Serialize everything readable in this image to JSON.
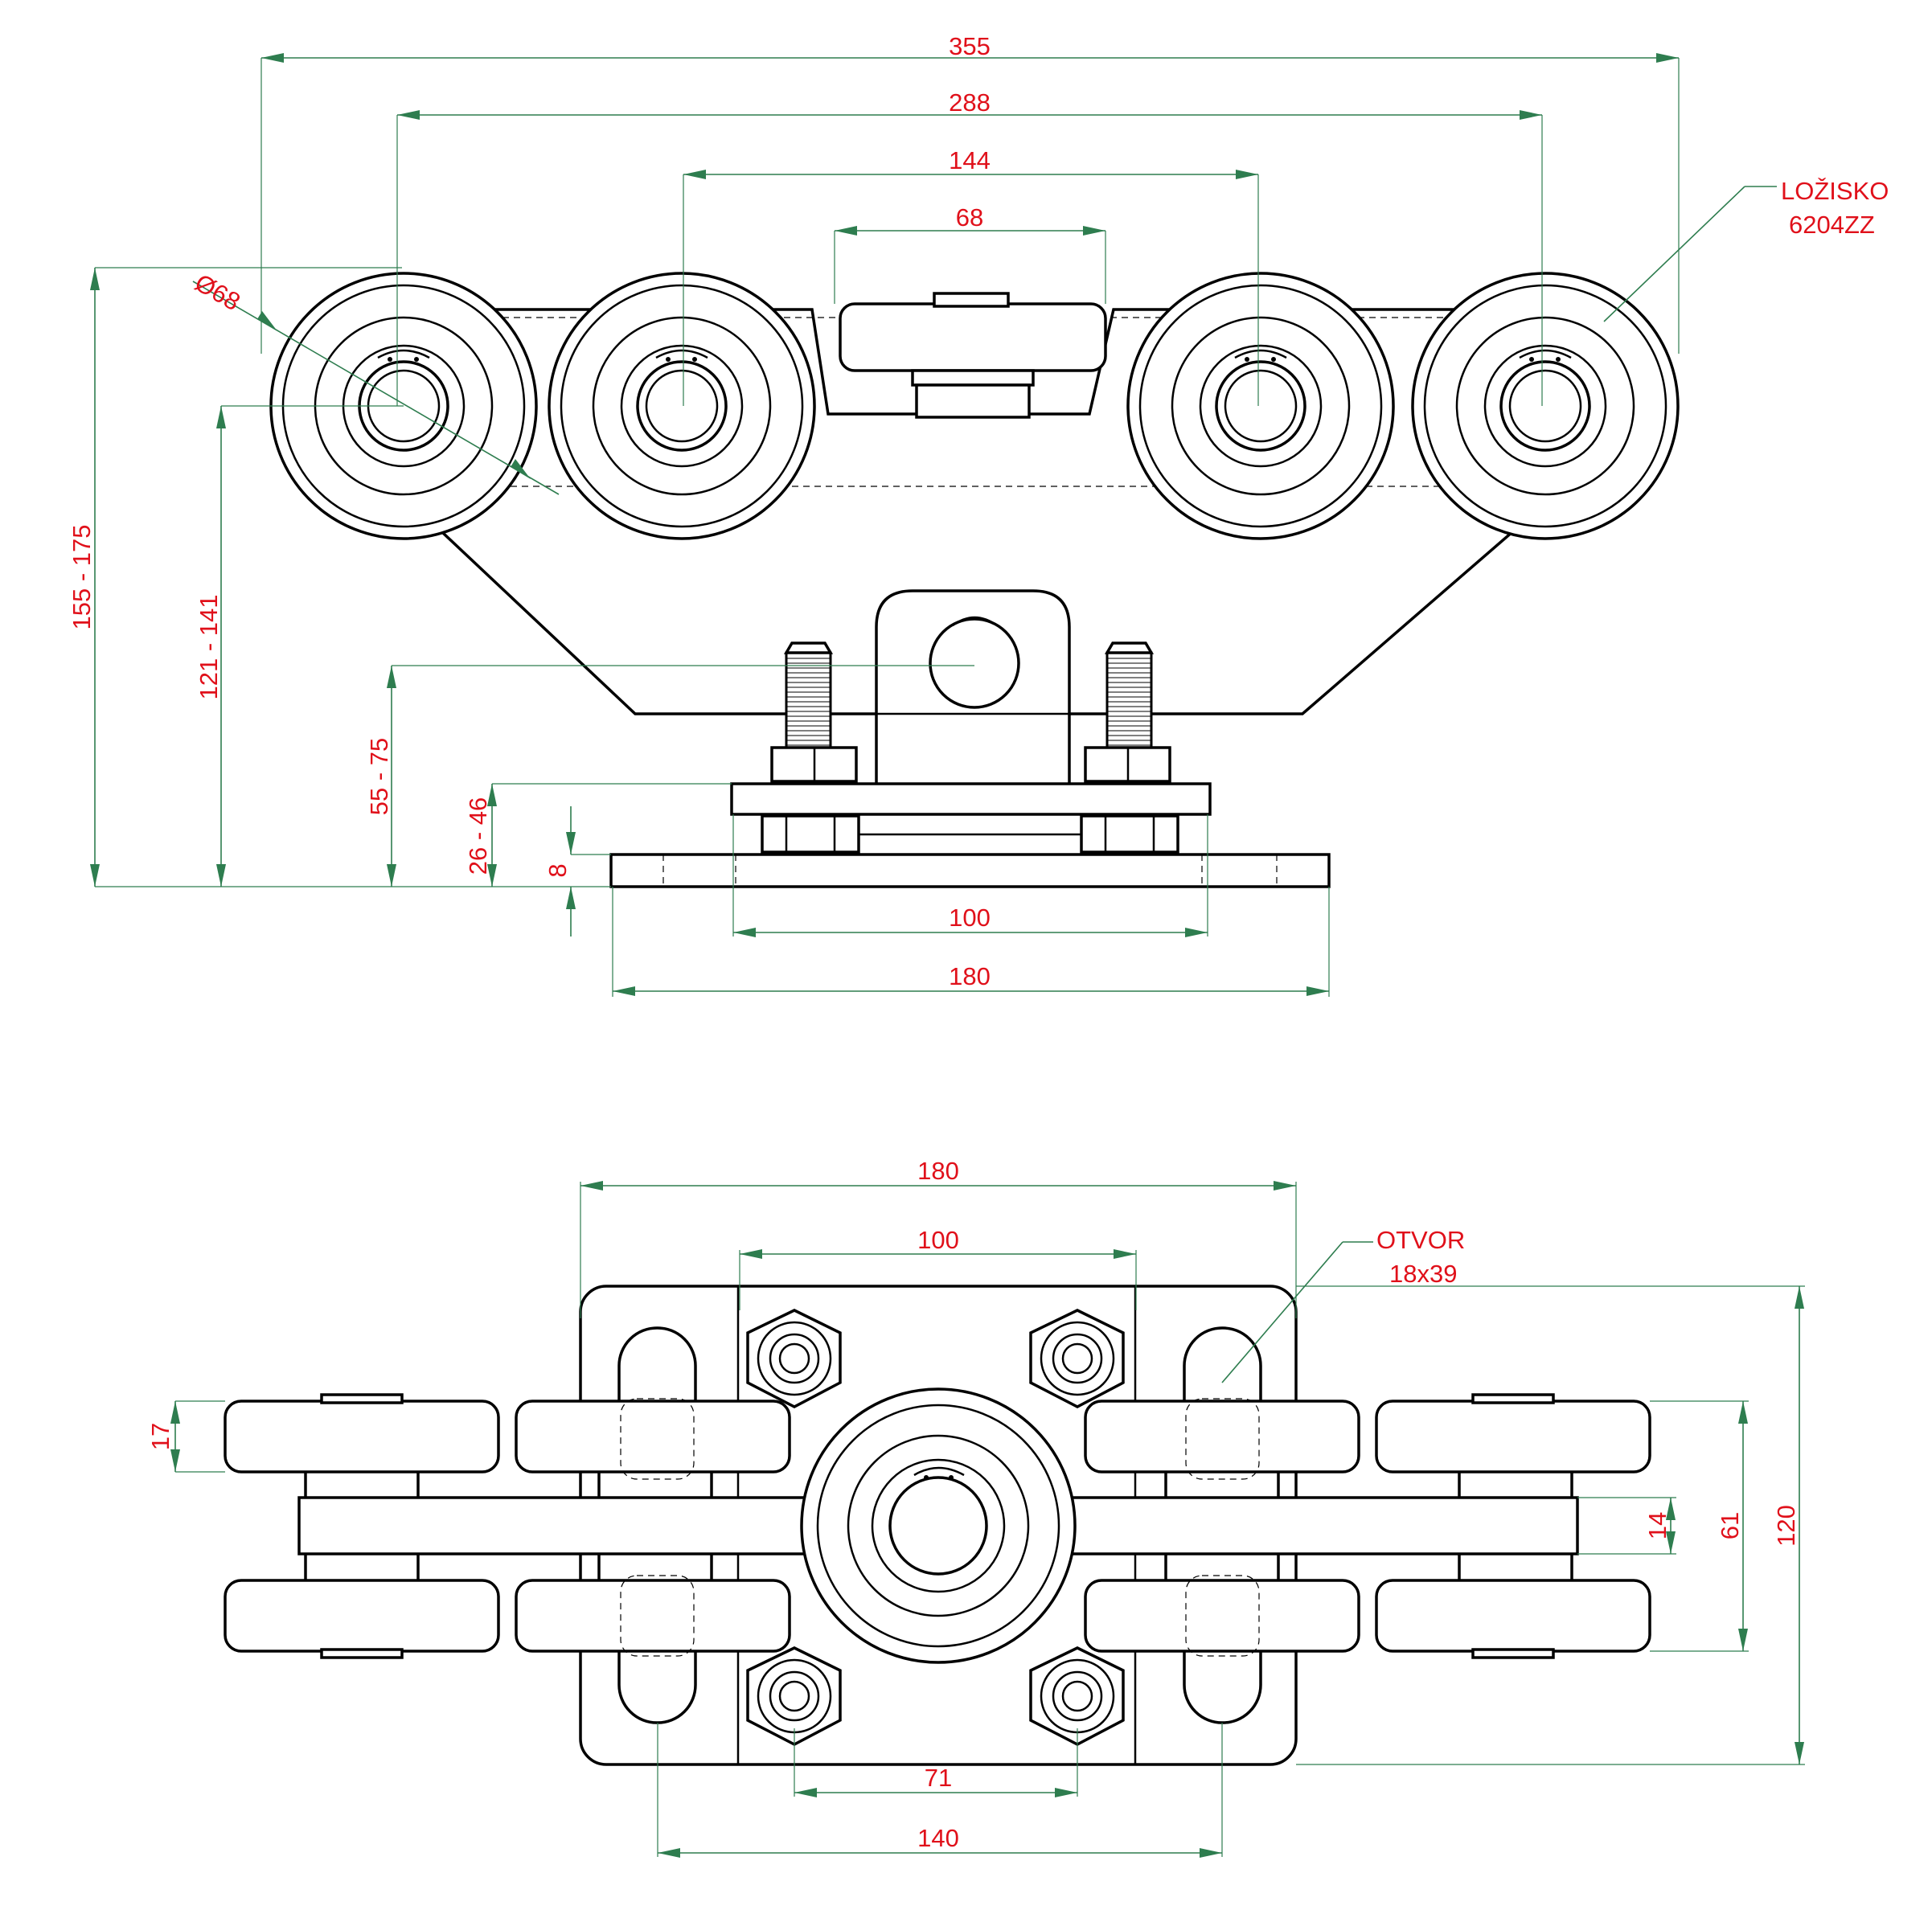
{
  "dimensions": {
    "top_view": {
      "overall_width": "355",
      "outer_axle_span": "288",
      "inner_axle_span": "144",
      "top_roller_width": "68",
      "wheel_diameter": "Ø68",
      "bearing_label_line1": "LOŽISKO",
      "bearing_label_line2": "6204ZZ",
      "total_height": "155 - 175",
      "axle_height": "121 - 141",
      "pivot_height": "55 - 75",
      "bracket_height": "26 - 46",
      "plate_thickness": "8",
      "bolt_spacing": "100",
      "plate_width": "180"
    },
    "bottom_view": {
      "plate_width": "180",
      "bolt_spacing": "100",
      "slot_label_line1": "OTVOR",
      "slot_label_line2": "18x39",
      "wheel_width": "17",
      "rail_width": "14",
      "wheel_track": "61",
      "plate_depth": "120",
      "bolt_spacing_small": "71",
      "slot_spacing": "140"
    }
  },
  "colors": {
    "dimension_text": "#e0101a",
    "dimension_line": "#2e7d4f",
    "outline": "#000000"
  }
}
